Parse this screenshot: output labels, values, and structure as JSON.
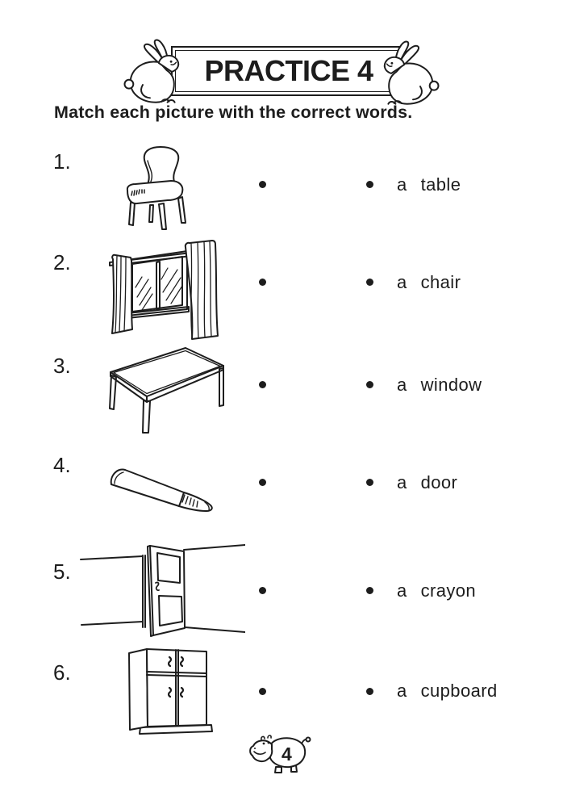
{
  "page": {
    "title": "PRACTICE 4",
    "instruction": "Match each picture with the correct words.",
    "page_number": "4"
  },
  "colors": {
    "ink": "#1d1d1d",
    "paper": "#ffffff"
  },
  "items": [
    {
      "number": "1.",
      "picture": "chair"
    },
    {
      "number": "2.",
      "picture": "window"
    },
    {
      "number": "3.",
      "picture": "table"
    },
    {
      "number": "4.",
      "picture": "crayon"
    },
    {
      "number": "5.",
      "picture": "door"
    },
    {
      "number": "6.",
      "picture": "cupboard"
    }
  ],
  "word_options": [
    {
      "article": "a",
      "word": "table"
    },
    {
      "article": "a",
      "word": "chair"
    },
    {
      "article": "a",
      "word": "window"
    },
    {
      "article": "a",
      "word": "door"
    },
    {
      "article": "a",
      "word": "crayon"
    },
    {
      "article": "a",
      "word": "cupboard"
    }
  ],
  "decorations": {
    "header_left": "rabbit-icon",
    "header_right": "rabbit-icon",
    "footer": "hippo-icon"
  }
}
